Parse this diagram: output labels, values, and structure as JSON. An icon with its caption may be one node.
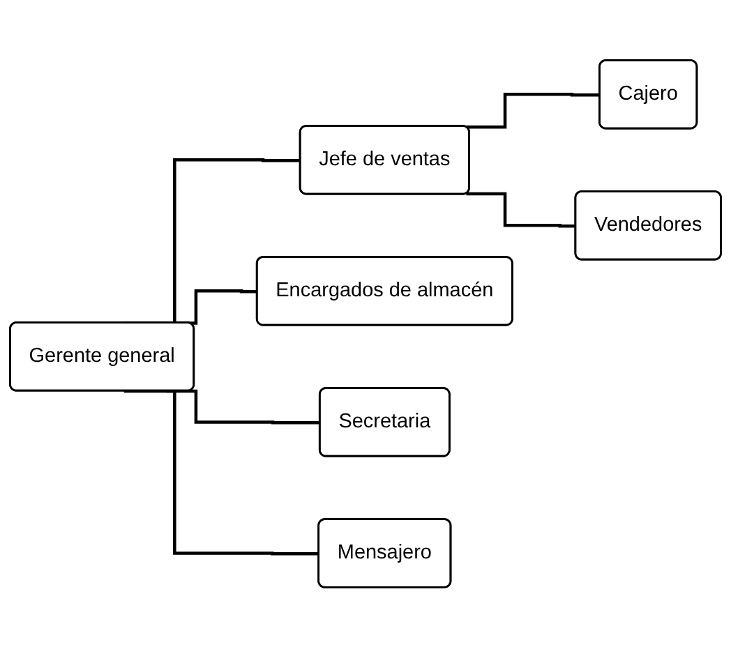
{
  "diagram": {
    "nodes": [
      {
        "text": [
          "Gerente general"
        ]
      },
      {
        "text": [
          "Jefe de ventas"
        ]
      },
      {
        "text": [
          "Cajero"
        ]
      },
      {
        "text": [
          "Vendedores"
        ]
      },
      {
        "text": [
          "Encargados de almacén"
        ]
      },
      {
        "text": [
          "Secretaria"
        ]
      },
      {
        "text": [
          "Mensajero"
        ]
      }
    ],
    "edges": [
      {
        "from": 0,
        "to": 1,
        "arrow": "none"
      },
      {
        "from": 1,
        "to": 2,
        "arrow": "none"
      },
      {
        "from": 1,
        "to": 3,
        "arrow": "none"
      },
      {
        "from": 0,
        "to": 4,
        "arrow": "none"
      },
      {
        "from": 0,
        "to": 5,
        "arrow": "none"
      },
      {
        "from": 0,
        "to": 6,
        "arrow": "none"
      }
    ]
  }
}
